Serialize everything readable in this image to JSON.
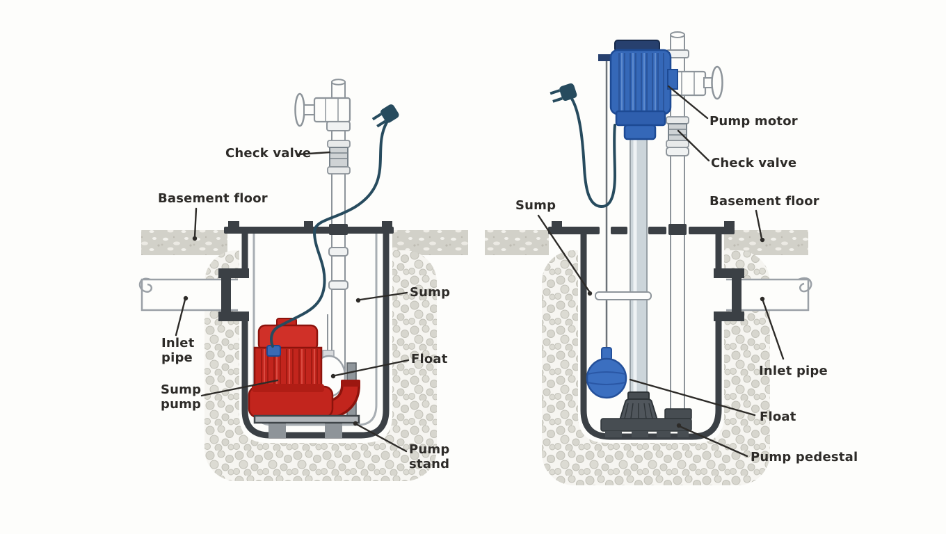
{
  "left_diagram": {
    "labels": {
      "check_valve": "Check valve",
      "basement_floor": "Basement floor",
      "inlet_pipe": "Inlet pipe",
      "sump_pump": "Sump pump",
      "sump": "Sump",
      "float": "Float",
      "pump_stand": "Pump stand"
    }
  },
  "right_diagram": {
    "labels": {
      "sump": "Sump",
      "pump_motor": "Pump motor",
      "check_valve": "Check valve",
      "basement_floor": "Basement floor",
      "inlet_pipe": "Inlet pipe",
      "float": "Float",
      "pump_pedestal": "Pump pedestal"
    }
  },
  "colors": {
    "submersible_pump_red": "#c2251d",
    "pedestal_motor_blue": "#3568b8",
    "float_blue": "#3b6fc0",
    "power_cord_dark_teal": "#274b5e",
    "sump_liner_dark": "#3b4045",
    "concrete_gray": "#d2d1c9",
    "pipe_outline_gray": "#8d949a",
    "label_text": "#2d2b28"
  }
}
